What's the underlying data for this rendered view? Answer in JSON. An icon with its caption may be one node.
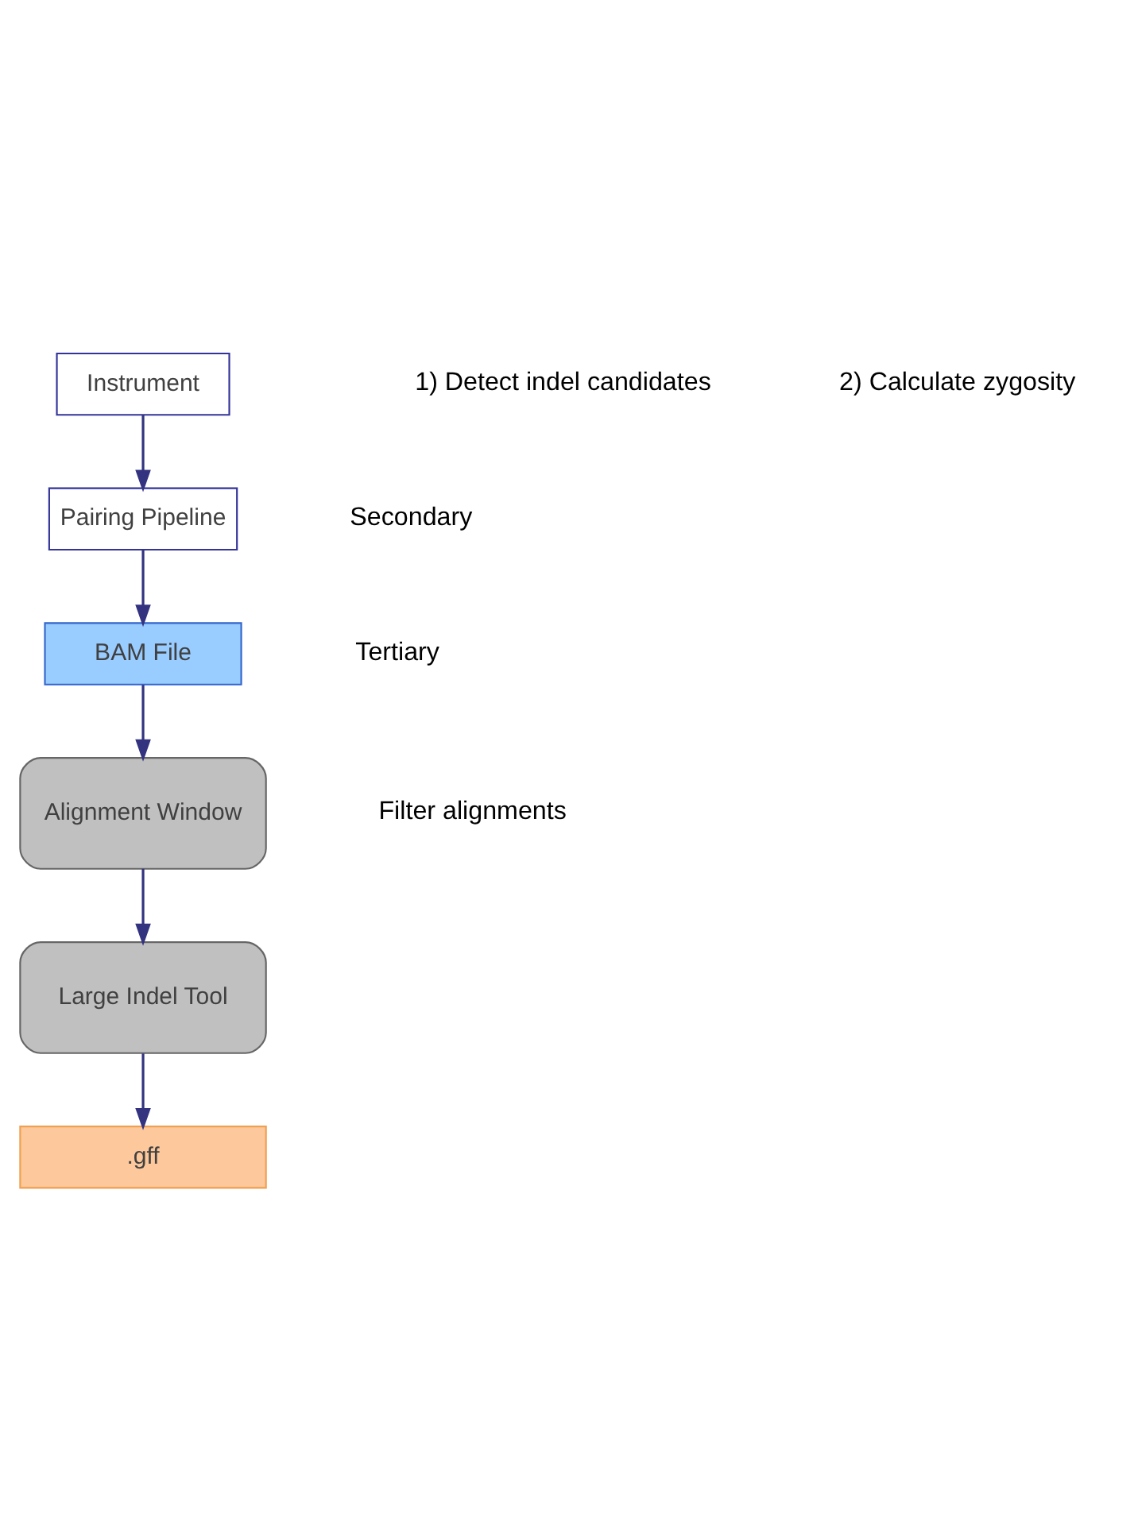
{
  "diagram": {
    "nodes": [
      {
        "text": [
          "Instrument"
        ]
      },
      {
        "text": [
          "Pairing Pipeline"
        ]
      },
      {
        "text": [
          "BAM File"
        ]
      },
      {
        "text": [
          "Alignment Window"
        ]
      },
      {
        "text": [
          "Large Indel Tool"
        ]
      },
      {
        "text": [
          ".gff"
        ]
      }
    ],
    "edges": [
      {
        "from": 0,
        "to": 1,
        "arrow": "to"
      },
      {
        "from": 1,
        "to": 2,
        "arrow": "to"
      },
      {
        "from": 2,
        "to": 3,
        "arrow": "to"
      },
      {
        "from": 3,
        "to": 4,
        "arrow": "to"
      },
      {
        "from": 4,
        "to": 5,
        "arrow": "to"
      }
    ],
    "labels": [
      "Secondary",
      "Tertiary",
      "Filter alignments",
      "1) Detect indel candidates",
      "2) Calculate zygosity"
    ]
  }
}
